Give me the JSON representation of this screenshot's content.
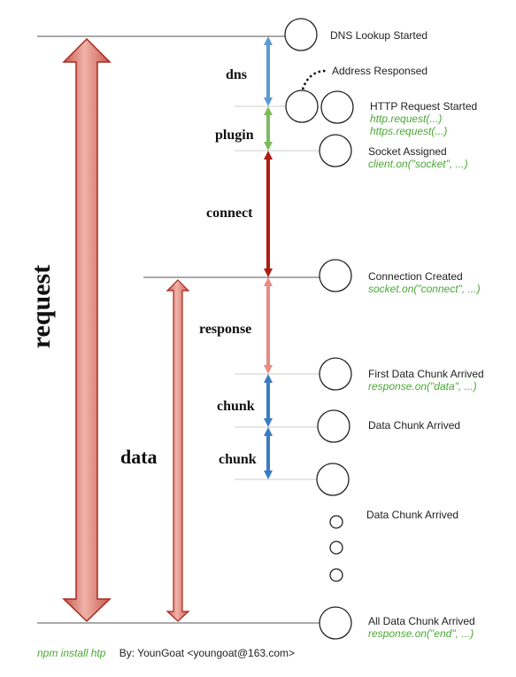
{
  "events": {
    "dns_lookup_started": "DNS Lookup Started",
    "address_responsed": "Address Responsed",
    "http_request_started": "HTTP Request Started",
    "http_request_code": "http.request(...)",
    "https_request_code": "https.request(...)",
    "socket_assigned": "Socket Assigned",
    "socket_assigned_code": "client.on(\"socket\", ...)",
    "connection_created": "Connection Created",
    "connection_created_code": "socket.on(\"connect\", ...)",
    "first_chunk_arrived": "First Data Chunk Arrived",
    "first_chunk_code": "response.on(\"data\", ...)",
    "chunk_arrived_1": "Data Chunk Arrived",
    "chunk_arrived_2": "Data Chunk Arrived",
    "all_chunks_arrived": "All Data Chunk Arrived",
    "all_chunks_code": "response.on(\"end\", ...)"
  },
  "phases": {
    "dns": "dns",
    "plugin": "plugin",
    "connect": "connect",
    "response": "response",
    "chunk_1": "chunk",
    "chunk_2": "chunk"
  },
  "spans": {
    "request": "request",
    "data": "data"
  },
  "colors": {
    "dns": "#5b9bd5",
    "plugin": "#7dbb5e",
    "connect": "#b01c14",
    "response": "#e88a82",
    "chunk": "#3a7cc4",
    "span_fill": "#d9796e",
    "span_stroke": "#a8281e"
  },
  "footer": {
    "install": "npm install htp",
    "author": "By: YounGoat <youngoat@163.com>"
  }
}
